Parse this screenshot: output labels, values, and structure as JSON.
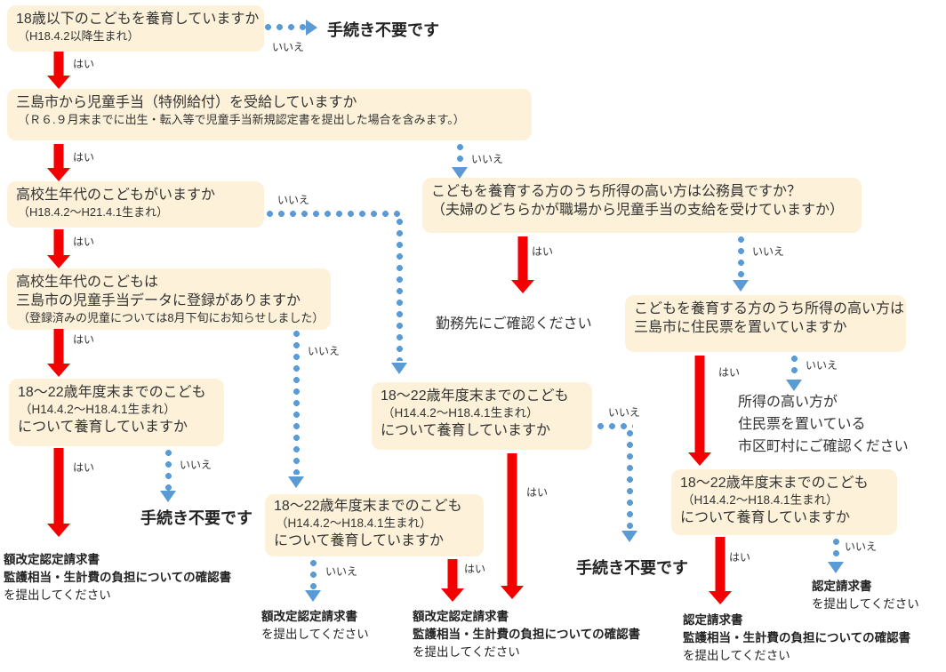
{
  "labels": {
    "yes": "はい",
    "no": "いいえ"
  },
  "colors": {
    "box_bg": "#fdf2d9",
    "arrow_red": "#f40000",
    "arrow_blue": "#5b9bd5",
    "text": "#333333"
  },
  "boxes": {
    "age18": {
      "l1": "18歳以下のこどもを養育していますか",
      "l2": "（H18.4.2以降生まれ）"
    },
    "receiving": {
      "l1": "三島市から児童手当（特例給付）を受給していますか",
      "l2": "（Ｒ６.９月末までに出生・転入等で児童手当新規認定書を提出した場合を含みます。）"
    },
    "highschool": {
      "l1": "高校生年代のこどもがいますか",
      "l2": "（H18.4.2～H21.4.1生まれ）"
    },
    "registered": {
      "l1": "高校生年代のこどもは",
      "l2": "三島市の児童手当データに登録がありますか",
      "l3": "（登録済みの児童については8月下旬にお知らせしました）"
    },
    "age18to22": {
      "l1": "18～22歳年度末までのこども",
      "l2": "（H14.4.2～H18.4.1生まれ）",
      "l3": "について養育していますか"
    },
    "civil_servant": {
      "l1": "こどもを養育する方のうち所得の高い方は公務員ですか？",
      "l2": "（夫婦のどちらかが職場から児童手当の支給を受けていますか）"
    },
    "residence": {
      "l1": "こどもを養育する方のうち所得の高い方は",
      "l2": "三島市に住民票を置いていますか"
    }
  },
  "results": {
    "no_procedure": "手続き不要です",
    "check_employer": "勤務先にご確認ください",
    "check_city": {
      "l1": "所得の高い方が",
      "l2": "住民票を置いている",
      "l3": "市区町村にご確認ください"
    },
    "doc_amount_change": "額改定認定請求書",
    "doc_claim": "認定請求書",
    "doc_care_confirm": "監護相当・生計費の負担についての確認書",
    "submit": "を提出してください"
  }
}
